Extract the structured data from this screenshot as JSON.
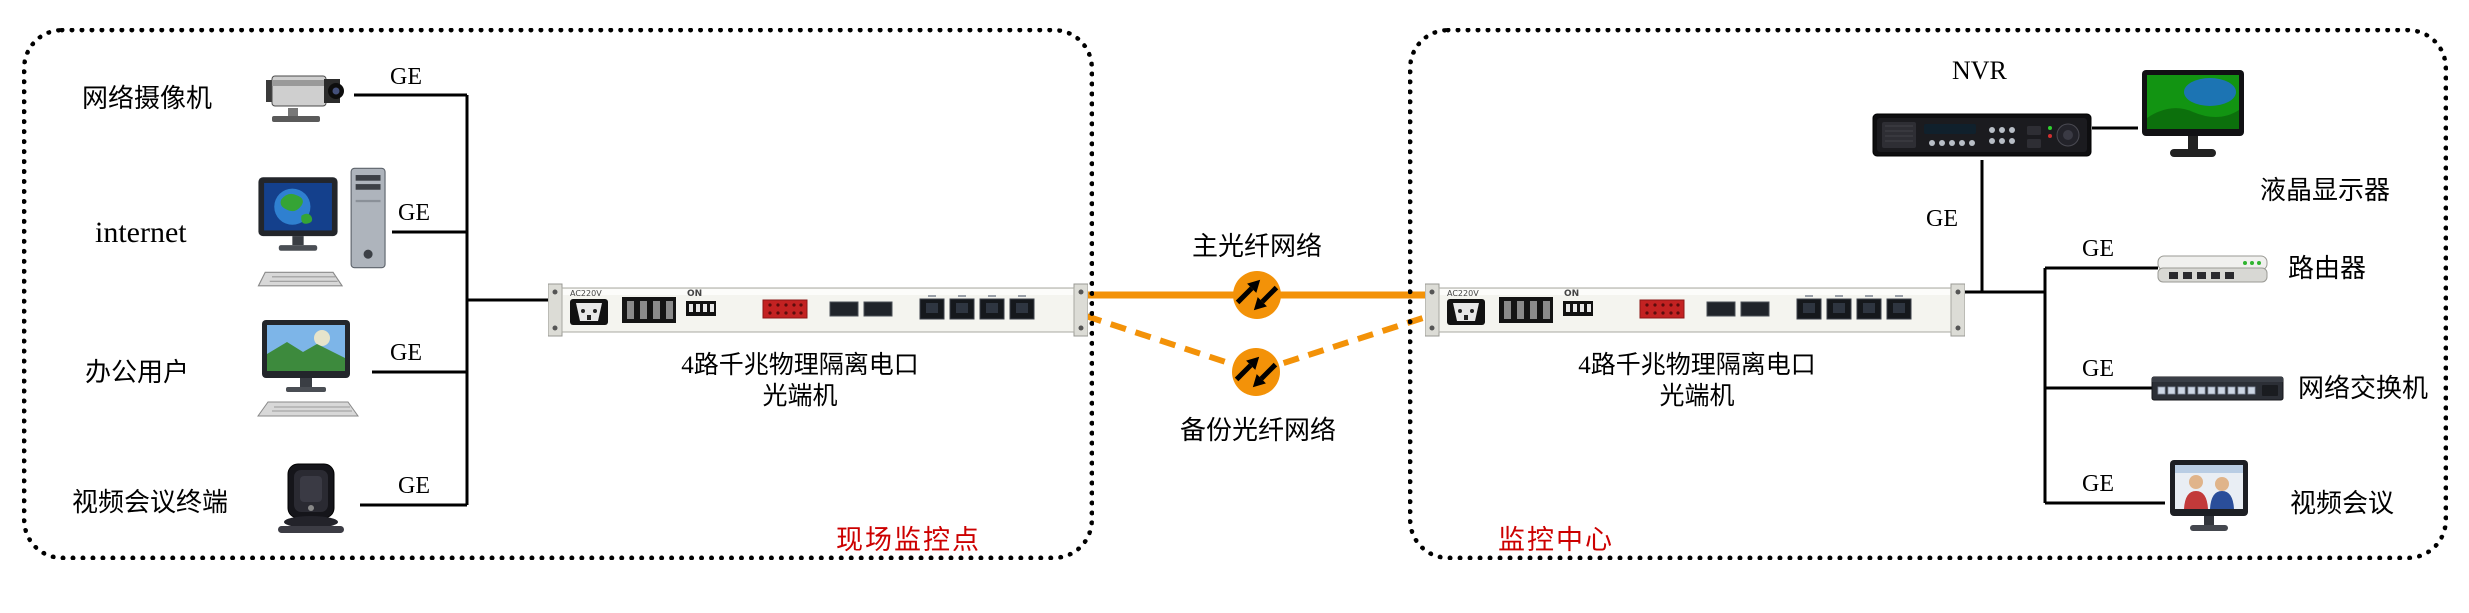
{
  "diagram": {
    "left_region": {
      "label": "现场监控点",
      "endpoints": [
        {
          "name": "网络摄像机",
          "port": "GE"
        },
        {
          "name": "internet",
          "port": "GE"
        },
        {
          "name": "办公用户",
          "port": "GE"
        },
        {
          "name": "视频会议终端",
          "port": "GE"
        }
      ],
      "converter": {
        "title_line1": "4路千兆物理隔离电口",
        "title_line2": "光端机",
        "power_print": "AC220V",
        "dip_print": "ON"
      }
    },
    "fiber_links": [
      {
        "name": "主光纤网络",
        "style": "solid"
      },
      {
        "name": "备份光纤网络",
        "style": "dashed"
      }
    ],
    "right_region": {
      "label": "监控中心",
      "nvr": {
        "name": "NVR",
        "port": "GE"
      },
      "display": {
        "name": "液晶显示器"
      },
      "endpoints": [
        {
          "name": "路由器",
          "port": "GE"
        },
        {
          "name": "网络交换机",
          "port": "GE"
        },
        {
          "name": "视频会议",
          "port": "GE"
        }
      ],
      "converter": {
        "title_line1": "4路千兆物理隔离电口",
        "title_line2": "光端机",
        "power_print": "AC220V",
        "dip_print": "ON"
      }
    },
    "colors": {
      "fiber_orange": "#F39208",
      "region_label_red": "#CC0000",
      "wire_black": "#000000"
    },
    "icons": {
      "network-camera-icon": "cctv-camera",
      "internet-pc-icon": "desktop-computer-with-tower",
      "office-user-icon": "desktop-monitor-with-keyboard",
      "video-terminal-icon": "compact-black-terminal",
      "nvr-icon": "nvr-recorder-box",
      "lcd-monitor-icon": "lcd-display",
      "router-icon": "small-router",
      "switch-icon": "rack-network-switch",
      "video-conference-icon": "conference-screen-with-people",
      "fiber-coupler-icon": "orange-circle-double-arrow",
      "converter-icon": "1u-fiber-media-converter"
    }
  }
}
